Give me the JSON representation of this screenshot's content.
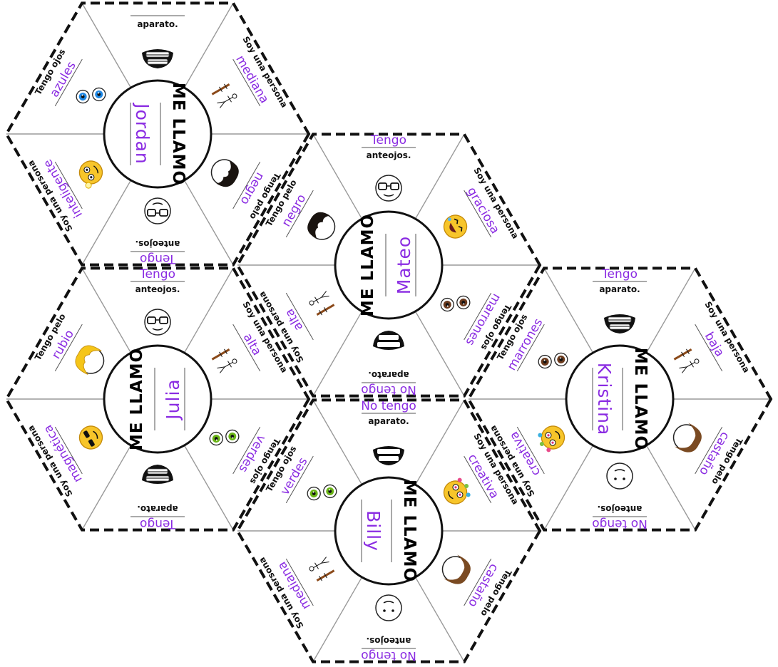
{
  "palette": {
    "purple": "#8a2be2",
    "cutline": "#111111",
    "foldline": "#9a9a9a"
  },
  "hexagons": [
    {
      "id": "jordan",
      "title": "ME LLAMO",
      "name": "Jordan",
      "sections": [
        {
          "top_text": "",
          "bottom_text": "aparato.",
          "icon": "braces-mouth-icon"
        },
        {
          "top_text": "Soy una persona",
          "bottom_text": "mediana",
          "icon": "height-ruler-icon"
        },
        {
          "top_text": "Tengo pelo",
          "bottom_text": "negro",
          "icon": "black-hair-icon"
        },
        {
          "top_text": "Tengo",
          "bottom_text": "anteojos.",
          "icon": "glasses-face-icon"
        },
        {
          "top_text": "Soy una persona",
          "bottom_text": "inteligente",
          "icon": "smart-emoji-icon"
        },
        {
          "top_text": "Tengo ojos",
          "bottom_text": "azules",
          "icon": "blue-eyes-icon"
        }
      ]
    },
    {
      "id": "mateo",
      "title": "ME LLAMO",
      "name": "Mateo",
      "sections": [
        {
          "top_text": "Tengo",
          "bottom_text": "anteojos.",
          "icon": "glasses-face-icon"
        },
        {
          "top_text": "Soy una persona",
          "bottom_text": "graciosa",
          "icon": "laughing-emoji-icon"
        },
        {
          "top_text": "Tengo ojos",
          "bottom_text": "marrones",
          "icon": "brown-eyes-icon"
        },
        {
          "top_text": "No tengo",
          "bottom_text": "aparato.",
          "icon": "teeth-mouth-icon"
        },
        {
          "top_text": "Soy una persona",
          "bottom_text": "alta",
          "icon": "height-ruler-icon"
        },
        {
          "top_text": "Tengo pelo",
          "bottom_text": "negro",
          "icon": "black-hair-icon"
        }
      ]
    },
    {
      "id": "julia",
      "title": "ME LLAMO",
      "name": "Julia",
      "sections": [
        {
          "top_text": "Tengo",
          "bottom_text": "anteojos.",
          "icon": "glasses-face-icon"
        },
        {
          "top_text": "Soy una persona",
          "bottom_text": "alta",
          "icon": "height-ruler-icon"
        },
        {
          "top_text": "Tengo ojos",
          "bottom_text": "verdes",
          "icon": "green-eyes-icon"
        },
        {
          "top_text": "Tengo",
          "bottom_text": "aparato.",
          "icon": "braces-mouth-icon"
        },
        {
          "top_text": "Soy una persona",
          "bottom_text": "magnética",
          "icon": "cool-emoji-icon"
        },
        {
          "top_text": "Tengo pelo",
          "bottom_text": "rubio",
          "icon": "blond-hair-icon"
        }
      ]
    },
    {
      "id": "kristina",
      "title": "ME LLAMO",
      "name": "Kristina",
      "sections": [
        {
          "top_text": "Tengo",
          "bottom_text": "aparato.",
          "icon": "braces-mouth-icon"
        },
        {
          "top_text": "Soy una persona",
          "bottom_text": "baja",
          "icon": "height-ruler-icon"
        },
        {
          "top_text": "Tengo pelo",
          "bottom_text": "castaño",
          "icon": "brown-hair-icon"
        },
        {
          "top_text": "No tengo",
          "bottom_text": "anteojos.",
          "icon": "plain-face-icon"
        },
        {
          "top_text": "Soy una persona",
          "bottom_text": "creativa",
          "icon": "creative-emoji-icon"
        },
        {
          "top_text": "Tengo ojos",
          "bottom_text": "marrones",
          "icon": "brown-eyes-icon"
        }
      ]
    },
    {
      "id": "billy",
      "title": "ME LLAMO",
      "name": "Billy",
      "sections": [
        {
          "top_text": "No tengo",
          "bottom_text": "aparato.",
          "icon": "teeth-mouth-icon"
        },
        {
          "top_text": "Soy una persona",
          "bottom_text": "creativa",
          "icon": "creative-emoji-icon"
        },
        {
          "top_text": "Tengo pelo",
          "bottom_text": "castaño",
          "icon": "brown-hair-icon"
        },
        {
          "top_text": "No tengo",
          "bottom_text": "anteojos.",
          "icon": "plain-face-icon"
        },
        {
          "top_text": "Soy una persona",
          "bottom_text": "mediana",
          "icon": "height-ruler-icon"
        },
        {
          "top_text": "Tengo ojos",
          "bottom_text": "verdes",
          "icon": "green-eyes-icon"
        }
      ]
    }
  ]
}
